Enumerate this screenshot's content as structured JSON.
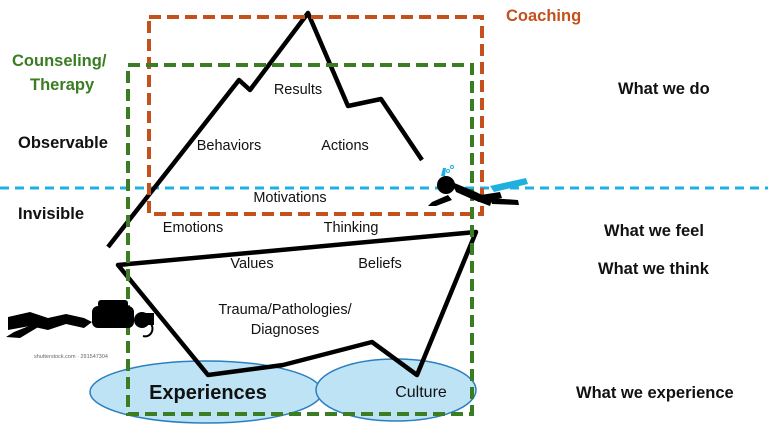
{
  "colors": {
    "coaching": "#c4501b",
    "therapy": "#3a7d22",
    "waterline": "#1fb0e0",
    "base_fill": "#bde3f5",
    "base_stroke": "#2a7fbf",
    "iceberg": "#000000"
  },
  "frames": {
    "coaching": "Coaching",
    "therapy_line1": "Counseling/",
    "therapy_line2": "Therapy"
  },
  "levels": {
    "observable": "Observable",
    "invisible": "Invisible"
  },
  "iceberg": {
    "results": "Results",
    "behaviors": "Behaviors",
    "actions": "Actions",
    "motivations": "Motivations",
    "emotions": "Emotions",
    "thinking": "Thinking",
    "values": "Values",
    "beliefs": "Beliefs",
    "trauma_line1": "Trauma/Pathologies/",
    "trauma_line2": "Diagnoses"
  },
  "base": {
    "experiences": "Experiences",
    "culture": "Culture"
  },
  "right_side": {
    "what_we_do": "What we do",
    "what_we_feel": "What we feel",
    "what_we_think": "What we think",
    "what_we_experience": "What we experience"
  },
  "icons": [
    "diver-icon",
    "swimmer-icon"
  ],
  "watermark": "shutterstock.com · 291547304"
}
